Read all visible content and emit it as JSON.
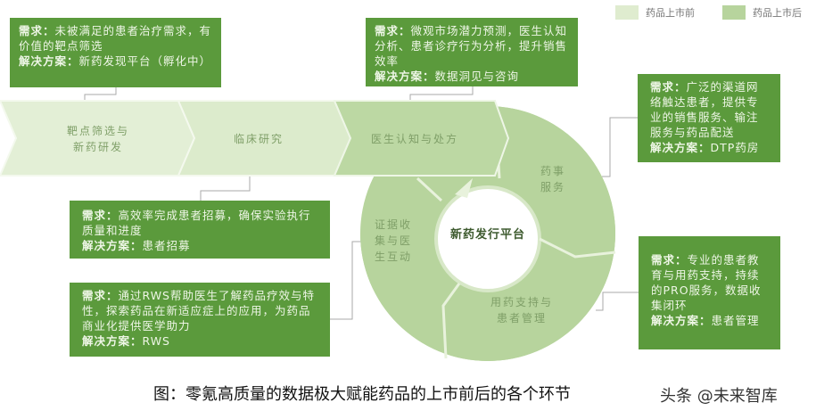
{
  "legend": [
    {
      "label": "药品上市前",
      "color": "#dfeccf"
    },
    {
      "label": "药品上市后",
      "color": "#b7d49d"
    }
  ],
  "stages": [
    "靶点筛选与\n新药研发",
    "临床研究",
    "医生认知与处方"
  ],
  "ring": {
    "center": "新药发行平台",
    "segments": [
      "药事\n服务",
      "用药支持与\n患者管理",
      "证据收\n集与医\n生互动"
    ]
  },
  "boxes": [
    {
      "need_label": "需求：",
      "need": "未被满足的患者治疗需求，有价值的靶点筛选",
      "sol_label": "解决方案：",
      "sol": "新药发现平台（孵化中）"
    },
    {
      "need_label": "需求：",
      "need": "微观市场潜力预测，医生认知分析、患者诊疗行为分析，提升销售效率",
      "sol_label": "解决方案：",
      "sol": "数据洞见与咨询"
    },
    {
      "need_label": "需求：",
      "need": "广泛的渠道网络触达患者，提供专业的销售服务、输注服务与药品配送",
      "sol_label": "解决方案：",
      "sol": "DTP药房"
    },
    {
      "need_label": "需求：",
      "need": "高效率完成患者招募，确保实验执行质量和进度",
      "sol_label": "解决方案：",
      "sol": "患者招募"
    },
    {
      "need_label": "需求：",
      "need": "通过RWS帮助医生了解药品疗效与特性，探索药品在新适应症上的应用，为药品商业化提供医学助力",
      "sol_label": "解决方案：",
      "sol": "RWS"
    },
    {
      "need_label": "需求：",
      "need": "专业的患者教育与用药支持，持续的PRO服务，数据收集闭环",
      "sol_label": "解决方案：",
      "sol": "患者管理"
    }
  ],
  "caption": "图：零氪高质量的数据极大赋能药品的上市前后的各个环节",
  "watermark": "头条 @未来智库"
}
